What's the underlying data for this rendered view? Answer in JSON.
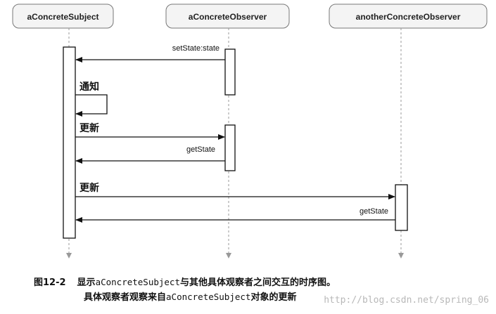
{
  "participants": [
    {
      "id": "subject",
      "label": "aConcreteSubject"
    },
    {
      "id": "observer1",
      "label": "aConcreteObserver"
    },
    {
      "id": "observer2",
      "label": "anotherConcreteObserver"
    }
  ],
  "messages": [
    {
      "id": "m1",
      "from": "observer1",
      "to": "subject",
      "label": "setState:state"
    },
    {
      "id": "m2",
      "from": "subject",
      "to": "subject",
      "label": "通知",
      "self": true
    },
    {
      "id": "m3",
      "from": "subject",
      "to": "observer1",
      "label": "更新"
    },
    {
      "id": "m4",
      "from": "observer1",
      "to": "subject",
      "label": "getState"
    },
    {
      "id": "m5",
      "from": "subject",
      "to": "observer2",
      "label": "更新"
    },
    {
      "id": "m6",
      "from": "observer2",
      "to": "subject",
      "label": "getState"
    }
  ],
  "caption": {
    "figure": "图12-2",
    "line1_pre": "显示",
    "line1_code": "aConcreteSubject",
    "line1_post": "与其他具体观察者之间交互的时序图。",
    "line2_pre": "具体观察者观察来自",
    "line2_code": "aConcreteSubject",
    "line2_post": "对象的更新"
  },
  "watermark": "http://blog.csdn.net/spring_06"
}
